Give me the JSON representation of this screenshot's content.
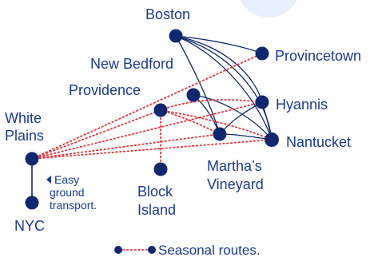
{
  "cities": {
    "boston": "Boston",
    "provincetown": "Provincetown",
    "new_bedford": "New Bedford",
    "providence": "Providence",
    "hyannis": "Hyannis",
    "white_plains_1": "White",
    "white_plains_2": "Plains",
    "nantucket": "Nantucket",
    "marthas_1": "Martha’s",
    "marthas_2": "Vineyard",
    "block_1": "Block",
    "block_2": "Island",
    "nyc": "NYC"
  },
  "ground_note": {
    "line1": "Easy",
    "line2": "ground",
    "line3": "transport."
  },
  "legend": {
    "seasonal": "Seasonal routes."
  },
  "colors": {
    "node": "#11276d",
    "text": "#1c3a8c",
    "seasonal_route": "#e03a3e",
    "badge": "#e8f1fb"
  }
}
